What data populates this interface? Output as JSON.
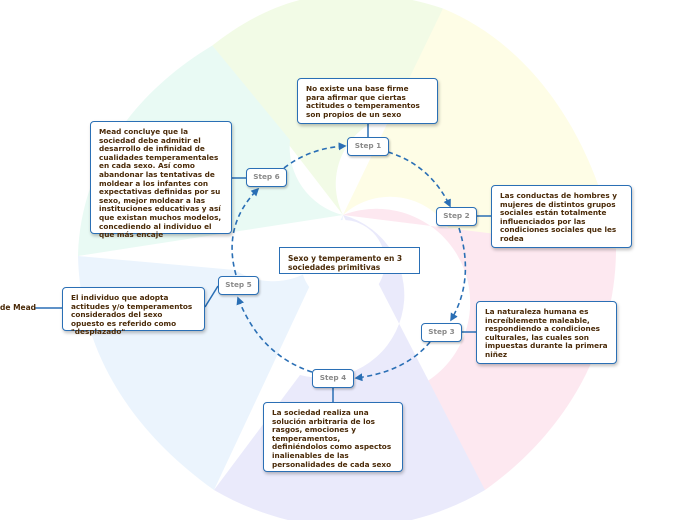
{
  "center": {
    "label": "Sexo y temperamento en 3 sociedades primitivas"
  },
  "steps": [
    {
      "label": "Step 1",
      "text": "No existe una base firme para afirmar que ciertas actitudes o temperamentos son propios de un sexo"
    },
    {
      "label": "Step 2",
      "text": "Las conductas de hombres y mujeres de distintos grupos sociales están totalmente influenciados por las condiciones sociales que les rodea"
    },
    {
      "label": "Step 3",
      "text": "La naturaleza humana es increíblemente maleable, respondiendo a condiciones culturales, las cuales son impuestas durante la primera niñez"
    },
    {
      "label": "Step 4",
      "text": "La sociedad realiza una solución arbitraria de los rasgos, emociones y temperamentos, definiéndolos como aspectos inalienables de las personalidades de cada sexo"
    },
    {
      "label": "Step 5",
      "text": "El individuo que adopta actitudes y/o temperamentos considerados del sexo opuesto es referido como \"desplazado\""
    },
    {
      "label": "Step 6",
      "text": "Mead concluye que la sociedad debe admitir el desarrollo de infinidad de cualidades temperamentales en cada sexo. Así como abandonar las tentativas de moldear a los infantes con expectativas definidas por su sexo, mejor moldear a las instituciones educativas y así que existan muchos modelos, concediendo al individuo el que más encaje"
    }
  ],
  "side_label": "de Mead",
  "colors": {
    "accent": "#2a6fb5",
    "text": "#4a2a08",
    "step_text": "#8a8a8a",
    "segments": [
      "#f2fbe6",
      "#fefde6",
      "#fde8f0",
      "#eaeafb",
      "#ebf4fd",
      "#e9faf4"
    ]
  }
}
